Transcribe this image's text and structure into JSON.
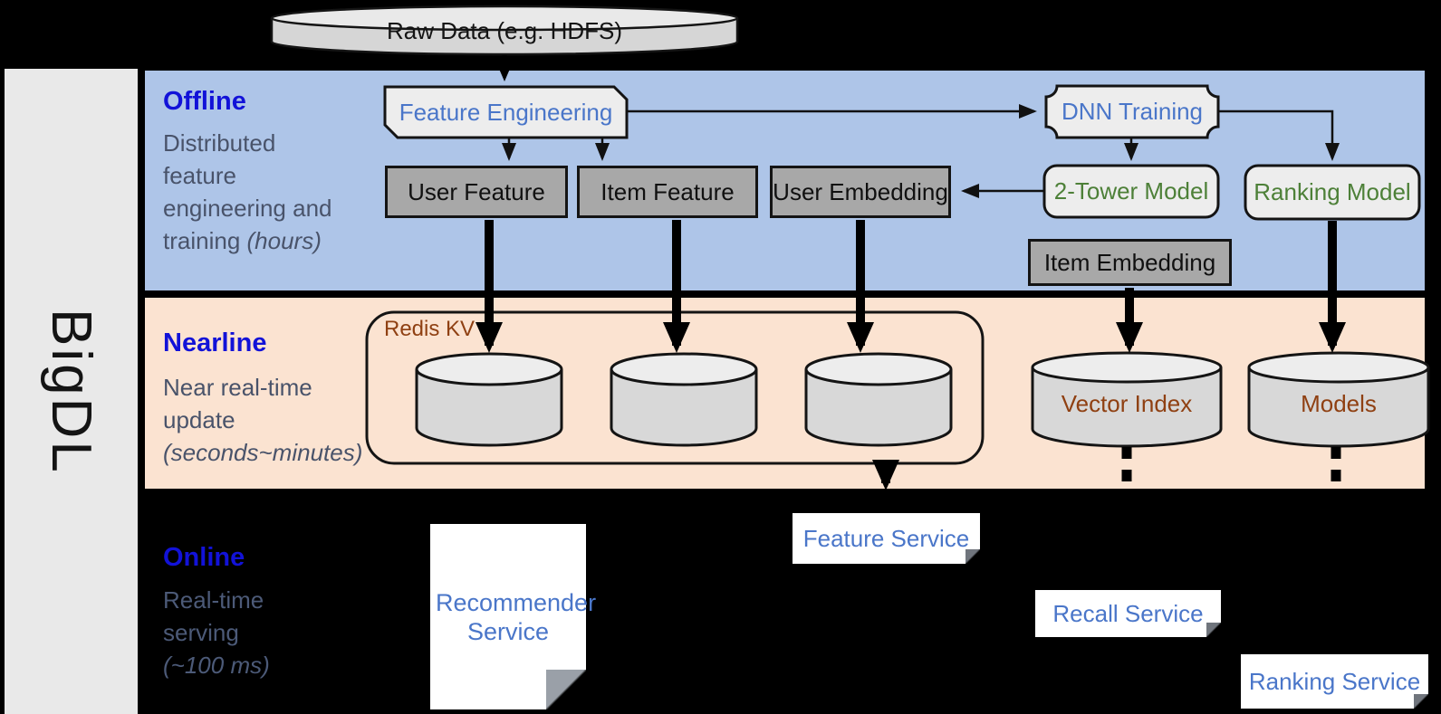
{
  "brand": {
    "name": "BigDL"
  },
  "source_store": {
    "label": "Raw Data (e.g. HDFS)"
  },
  "sections": {
    "offline": {
      "heading": "Offline",
      "line1": "Distributed",
      "line2": "feature",
      "line3": "engineering and",
      "line4": "training",
      "line4_italic": "(hours)"
    },
    "nearline": {
      "heading": "Nearline",
      "line1": "Near real-time",
      "line2": "update",
      "line3_italic": "(seconds~minutes)"
    },
    "online": {
      "heading": "Online",
      "line1": "Real-time",
      "line2": "serving",
      "line3_italic": "(~100 ms)"
    }
  },
  "offline_flow": {
    "feature_engineering": "Feature Engineering",
    "user_feature": "User Feature",
    "item_feature": "Item Feature",
    "user_embedding": "User Embedding",
    "dnn_training": "DNN Training",
    "two_tower_model": "2-Tower Model",
    "ranking_model": "Ranking Model",
    "item_embedding": "Item Embedding"
  },
  "nearline_flow": {
    "redis_kv": "Redis KV",
    "vector_index": "Vector Index",
    "models": "Models"
  },
  "online_flow": {
    "recommender_service": "Recommender Service",
    "feature_service": "Feature Service",
    "recall_service": "Recall Service",
    "ranking_service": "Ranking Service"
  },
  "colors": {
    "background": "#000000",
    "offline_band": "#aec5e8",
    "nearline_band": "#fbe3d1",
    "sidebar_gray": "#e9e9e9",
    "heading_blue": "#1212d8",
    "subtitle_gray": "#49536a",
    "service_blue": "#4a76c9",
    "model_green": "#4d8038",
    "store_brown": "#8f4012",
    "box_gray": "#a8a8a8",
    "shape_light": "#ededed"
  }
}
